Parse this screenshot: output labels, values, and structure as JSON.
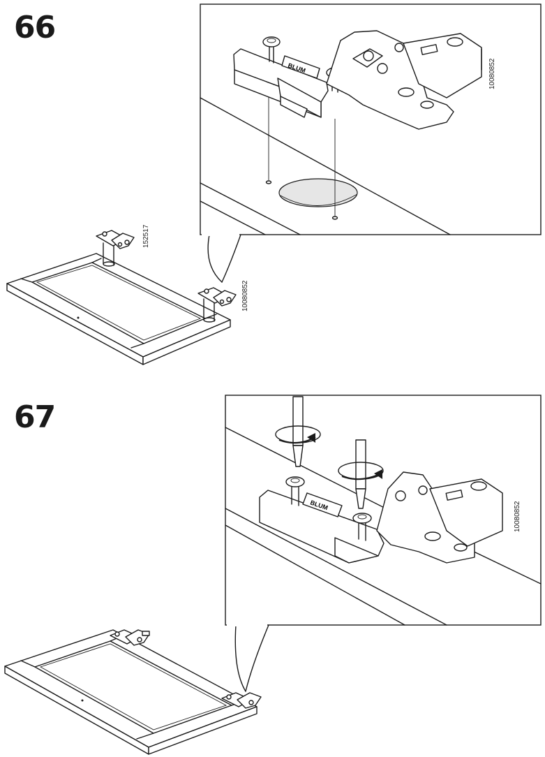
{
  "steps": [
    {
      "number": "66",
      "codes": {
        "main_hinge": "152517",
        "small_hinge": "10080852",
        "detail_hinge": "10080852"
      },
      "brand_mark": "BLUM"
    },
    {
      "number": "67",
      "codes": {
        "detail_hinge": "10080852"
      },
      "brand_mark": "BLUM"
    }
  ],
  "colors": {
    "ink": "#1a1a1a",
    "paper": "#ffffff",
    "hole": "#e6e6e6"
  }
}
